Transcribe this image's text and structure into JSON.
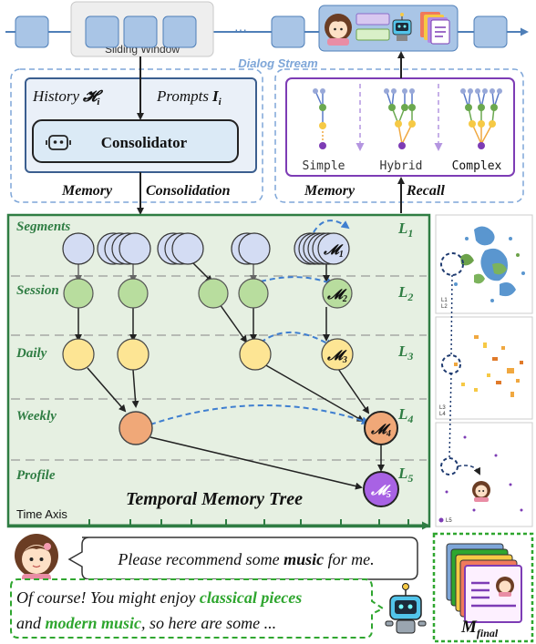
{
  "dialog_stream": {
    "sliding_window_label": "Sliding Window",
    "ellipsis": "···",
    "stream_label": "Dialog Stream"
  },
  "consolidation": {
    "history_text": "History",
    "history_symbol": "𝓗",
    "history_sub": "i",
    "prompts_text": "Prompts",
    "prompts_symbol": "I",
    "prompts_sub": "i",
    "consolidator_label": "Consolidator",
    "section_title_a": "Memory",
    "section_title_b": "Consolidation"
  },
  "recall": {
    "modes": [
      "Simple",
      "Hybrid",
      "Complex"
    ],
    "section_title_a": "Memory",
    "section_title_b": "Recall"
  },
  "tree": {
    "levels": [
      "Segments",
      "Session",
      "Daily",
      "Weekly",
      "Profile"
    ],
    "level_tags": [
      {
        "letter": "L",
        "sub": "1"
      },
      {
        "letter": "L",
        "sub": "2"
      },
      {
        "letter": "L",
        "sub": "3"
      },
      {
        "letter": "L",
        "sub": "4"
      },
      {
        "letter": "L",
        "sub": "5"
      }
    ],
    "memory_nodes": [
      {
        "symbol": "𝓜",
        "sub": "1"
      },
      {
        "symbol": "𝓜",
        "sub": "2"
      },
      {
        "symbol": "𝓜",
        "sub": "3"
      },
      {
        "symbol": "𝓜",
        "sub": "4"
      },
      {
        "symbol": "𝓜",
        "sub": "5"
      }
    ],
    "title": "Temporal Memory Tree",
    "time_axis_label": "Time Axis"
  },
  "scatter_legends": {
    "panel1": [
      "L1",
      "L2"
    ],
    "panel2": [
      "L3",
      "L4"
    ],
    "panel3": [
      "L5"
    ]
  },
  "conversation": {
    "user_message_pre": "Please recommend some ",
    "user_message_bold": "music",
    "user_message_post": " for me.",
    "assistant_line1_pre": "Of course! You might enjoy ",
    "assistant_line1_hl": "classical pieces",
    "assistant_line2_pre": "and ",
    "assistant_line2_hl": "modern music",
    "assistant_line2_post": ", so here are some ..."
  },
  "final_memory": {
    "symbol": "M",
    "sub": "final"
  },
  "colors": {
    "stream_box": "#a9c5e6",
    "stream_stroke": "#4f7fb8",
    "dash_blue": "#7ea6d8",
    "recall_purple": "#7d3cb5",
    "tree_bg": "#e6f0e2",
    "tree_border": "#2f7d43",
    "segment": "#d3dcf3",
    "session": "#b8dd9e",
    "daily": "#fde594",
    "weekly": "#f0a878",
    "profile": "#a862e4",
    "highlight_green": "#2fa62f",
    "arrow_blue": "#3f7fd0"
  }
}
